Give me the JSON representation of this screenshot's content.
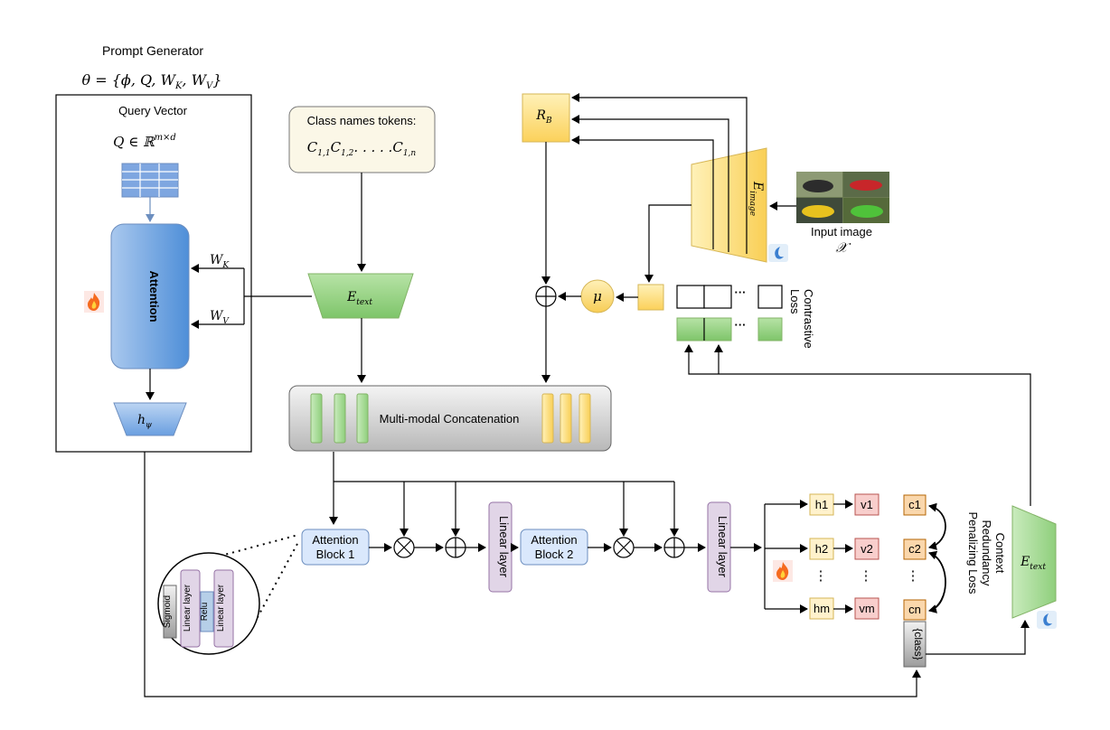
{
  "prompt_generator": {
    "title": "Prompt Generator",
    "theta": "θ = {ϕ, Q, W",
    "theta_sub_k": "K",
    "theta_mid": ", W",
    "theta_sub_v": "V",
    "theta_end": "}",
    "query_vector_label": "Query Vector",
    "q_main": "Q ∈ ℝ",
    "q_sup": "m×d",
    "attention_label": "Attention",
    "wk_main": "W",
    "wk_sub": "K",
    "wv_main": "W",
    "wv_sub": "V",
    "h_psi_main": "h",
    "h_psi_sub": "ψ"
  },
  "class_names": {
    "title": "Class names tokens:",
    "formula_main": "C",
    "formula_sub1": "1,1",
    "formula_c2": "C",
    "formula_sub2": "1,2",
    "formula_dots": ". . . . .",
    "formula_c3": "C",
    "formula_sub3": "1,n"
  },
  "e_text_top": {
    "main": "E",
    "sub": "text"
  },
  "e_text_right": {
    "main": "E",
    "sub": "text"
  },
  "r_b": {
    "main": "R",
    "sub": "B"
  },
  "e_image": {
    "main": "E",
    "sub": "image"
  },
  "input_image": {
    "label": "Input image",
    "symbol": "𝒳"
  },
  "mu_label": "μ",
  "contrastive_label": "Contrastive\nLoss",
  "contrastive_line1": "Contrastive",
  "contrastive_line2": "Loss",
  "ellipsis": "···",
  "concat_label": "Multi-modal Concatenation",
  "attention_block_1": {
    "line1": "Attention",
    "line2": "Block 1"
  },
  "attention_block_2": {
    "line1": "Attention",
    "line2": "Block 2"
  },
  "linear_layer": "Linear layer",
  "zoom_labels": {
    "sigmoid": "Sigmoid",
    "linear1": "Linear layer",
    "relu": "Relu",
    "linear2": "Linear layer"
  },
  "h_nodes": [
    "h1",
    "h2",
    "hm"
  ],
  "v_nodes": [
    "v1",
    "v2",
    "vm"
  ],
  "c_nodes": [
    "c1",
    "c2",
    "cn"
  ],
  "vdots": "⋮",
  "class_token": "{class}",
  "context_loss": {
    "line1": "Context",
    "line2": "Redundancy",
    "line3": "Penalizing Loss"
  },
  "colors": {
    "green": "#8fcf7c",
    "yellow": "#fbd96a",
    "blue": "#6fa8dc",
    "purple": "#e1d5e7",
    "orange": "#f8c79a",
    "red": "#f4b6b6",
    "light_blue": "#dae8fc"
  }
}
